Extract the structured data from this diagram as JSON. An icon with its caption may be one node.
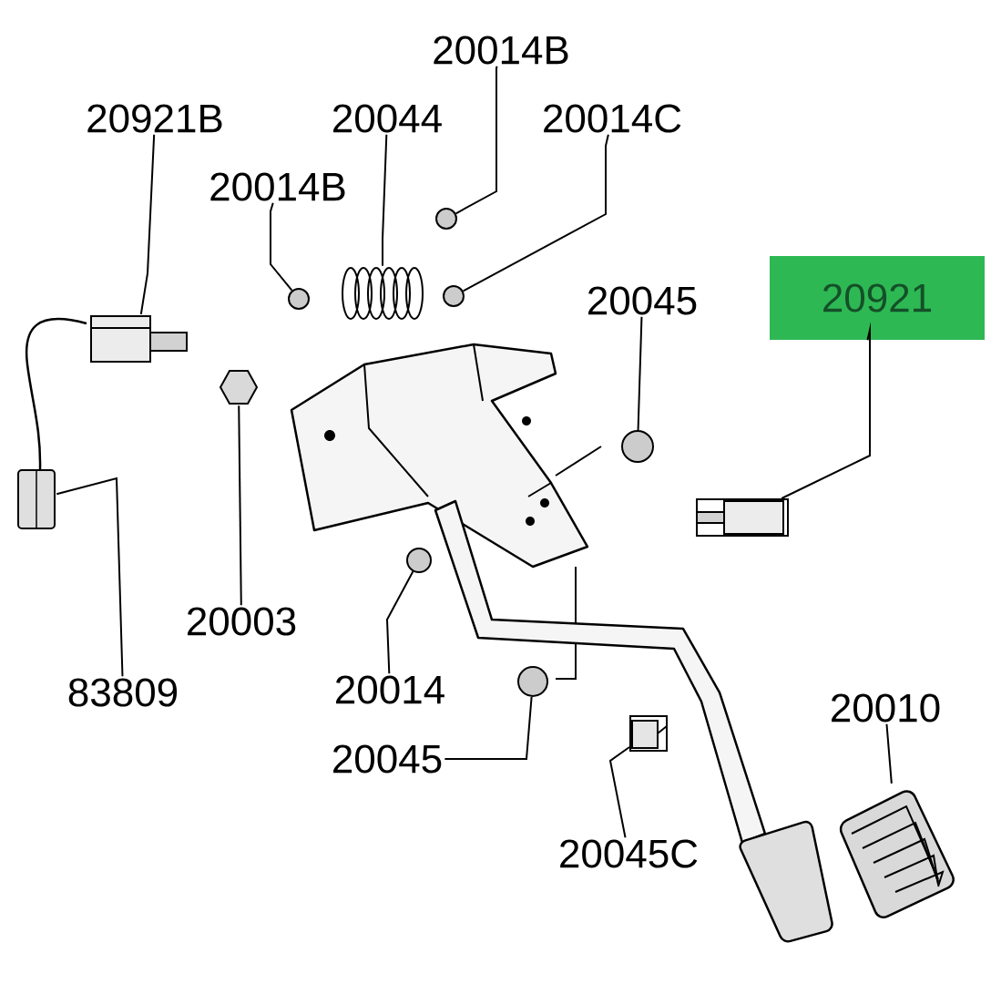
{
  "diagram": {
    "nodes": [
      {
        "text": [
          "20921B"
        ]
      },
      {
        "text": [
          "20044"
        ]
      },
      {
        "text": [
          "20014B"
        ]
      },
      {
        "text": [
          "20014C"
        ]
      },
      {
        "text": [
          "20014B"
        ]
      },
      {
        "text": [
          "20045"
        ]
      },
      {
        "text": [
          "20921"
        ]
      },
      {
        "text": [
          "83809"
        ]
      },
      {
        "text": [
          "20003"
        ]
      },
      {
        "text": [
          "20014"
        ]
      },
      {
        "text": [
          "20045"
        ]
      },
      {
        "text": [
          "20045C"
        ]
      },
      {
        "text": [
          "20010"
        ]
      },
      {
        "text": [],
        "shape": "picture"
      },
      {
        "text": [],
        "shape": "picture"
      },
      {
        "text": [],
        "shape": "circle"
      },
      {
        "text": [],
        "shape": "circle"
      },
      {
        "text": [],
        "shape": "circle"
      },
      {
        "text": [],
        "shape": "circle"
      },
      {
        "text": [],
        "shape": "box"
      },
      {
        "text": [],
        "shape": "picture"
      },
      {
        "text": [],
        "shape": "picture"
      },
      {
        "text": [],
        "shape": "circle"
      },
      {
        "text": [],
        "shape": "circle"
      },
      {
        "text": [],
        "shape": "box"
      },
      {
        "text": [],
        "shape": "picture"
      }
    ],
    "edges": [
      {
        "from": 0,
        "to": 13,
        "arrow": "none"
      },
      {
        "from": 1,
        "to": 14,
        "arrow": "none"
      },
      {
        "from": 2,
        "to": 15,
        "arrow": "none"
      },
      {
        "from": 3,
        "to": 16,
        "arrow": "none"
      },
      {
        "from": 4,
        "to": 17,
        "arrow": "none"
      },
      {
        "from": 5,
        "to": 18,
        "arrow": "none"
      },
      {
        "from": 6,
        "to": 19,
        "arrow": "none"
      },
      {
        "from": 7,
        "to": 20,
        "arrow": "none"
      },
      {
        "from": 8,
        "to": 21,
        "arrow": "none"
      },
      {
        "from": 9,
        "to": 22,
        "arrow": "none"
      },
      {
        "from": 10,
        "to": 23,
        "arrow": "none"
      },
      {
        "from": 11,
        "to": 24,
        "arrow": "none"
      },
      {
        "from": 12,
        "to": 25,
        "arrow": "none"
      }
    ]
  }
}
